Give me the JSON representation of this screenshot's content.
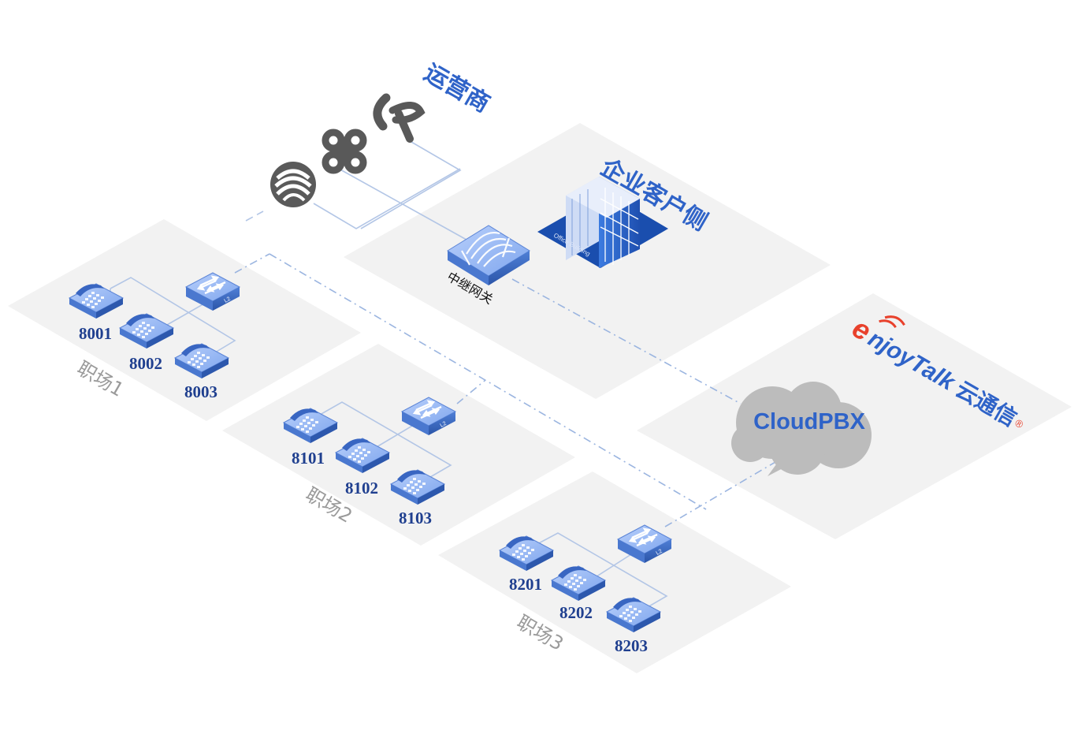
{
  "labels": {
    "carrier": "运营商",
    "enterprise": "企业客户侧",
    "gateway": "中继网关",
    "office_building": "Office Building",
    "cloudpbx": "CloudPBX",
    "brand_e": "e",
    "brand_rest": "njoyTalk",
    "brand_cn": "云通信",
    "brand_reg": "®",
    "switch_tag": "L2"
  },
  "zones": [
    {
      "name": "职场1",
      "phones": [
        "8001",
        "8002",
        "8003"
      ]
    },
    {
      "name": "职场2",
      "phones": [
        "8101",
        "8102",
        "8103"
      ]
    },
    {
      "name": "职场3",
      "phones": [
        "8201",
        "8202",
        "8203"
      ]
    }
  ],
  "icons": [
    "china-mobile-logo-icon",
    "china-unicom-logo-icon",
    "china-telecom-logo-icon",
    "office-building-icon",
    "trunk-gateway-icon",
    "l2-switch-icon",
    "ip-phone-icon",
    "cloud-icon"
  ],
  "colors": {
    "panel": "#f2f2f2",
    "accent_blue": "#2f63c8",
    "device_blue": "#7ea7ee",
    "line_blue": "#a9c0e8",
    "cloud_gray": "#bcbcbc",
    "brand_red": "#e8412c"
  }
}
